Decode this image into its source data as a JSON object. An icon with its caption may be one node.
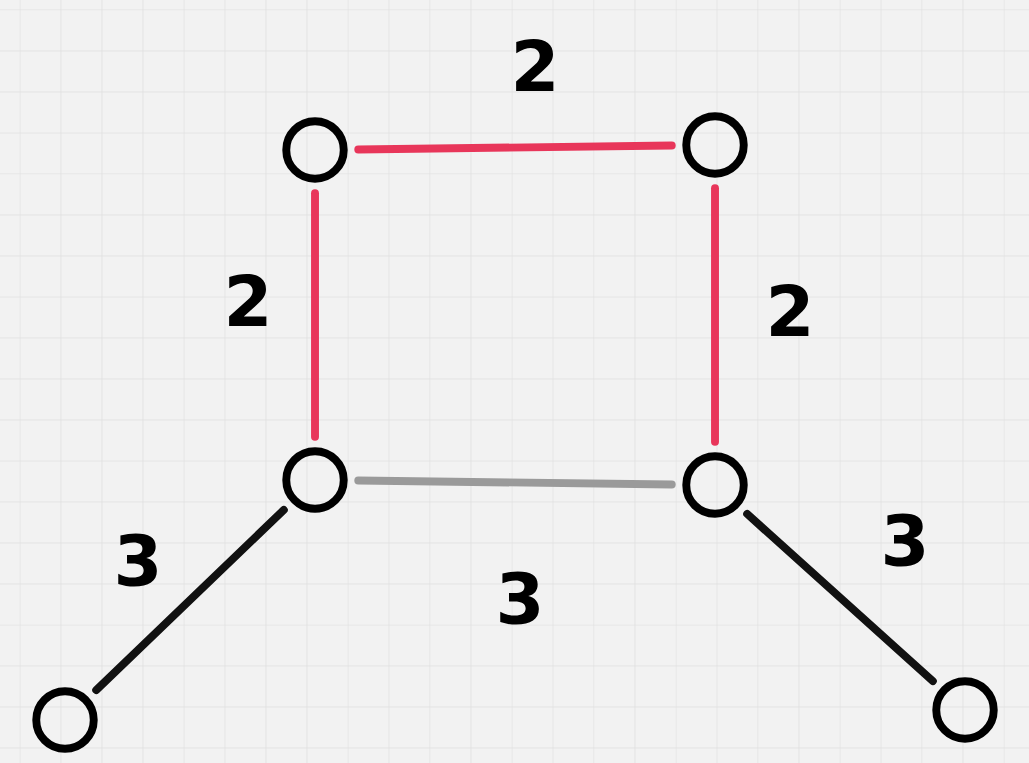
{
  "diagram": {
    "nodes": [
      {
        "text": [],
        "shape": "circle"
      },
      {
        "text": [],
        "shape": "circle"
      },
      {
        "text": [],
        "shape": "circle"
      },
      {
        "text": [],
        "shape": "circle"
      },
      {
        "text": [],
        "shape": "circle"
      },
      {
        "text": [],
        "shape": "circle"
      }
    ],
    "edges": [
      {
        "from": 0,
        "to": 1,
        "arrow": "none",
        "label": "2"
      },
      {
        "from": 0,
        "to": 2,
        "arrow": "none",
        "label": "2"
      },
      {
        "from": 1,
        "to": 3,
        "arrow": "none",
        "label": "2"
      },
      {
        "from": 2,
        "to": 3,
        "arrow": "none",
        "label": "3",
        "color": "#9a9a9a"
      },
      {
        "from": 2,
        "to": 4,
        "arrow": "none",
        "label": "3",
        "color": "#111111"
      },
      {
        "from": 3,
        "to": 5,
        "arrow": "none",
        "label": "3",
        "color": "#111111"
      }
    ]
  }
}
